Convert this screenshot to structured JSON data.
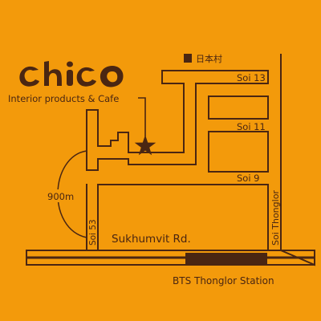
{
  "map": {
    "background_color": "#f39a0b",
    "ink_color": "#4a2612",
    "logo": {
      "name": "chico",
      "tagline": "Interior products & Cafe"
    },
    "landmarks": {
      "japanese_village": "日本村",
      "station": "BTS Thonglor Station"
    },
    "streets": {
      "soi_13": "Soi 13",
      "soi_11": "Soi 11",
      "soi_9": "Soi 9",
      "soi_thonglor": "Soi Thonglor",
      "soi_53": "Soi 53",
      "sukhumvit": "Sukhumvit Rd."
    },
    "distance_label": "900m",
    "marker_icon": "star-icon"
  }
}
